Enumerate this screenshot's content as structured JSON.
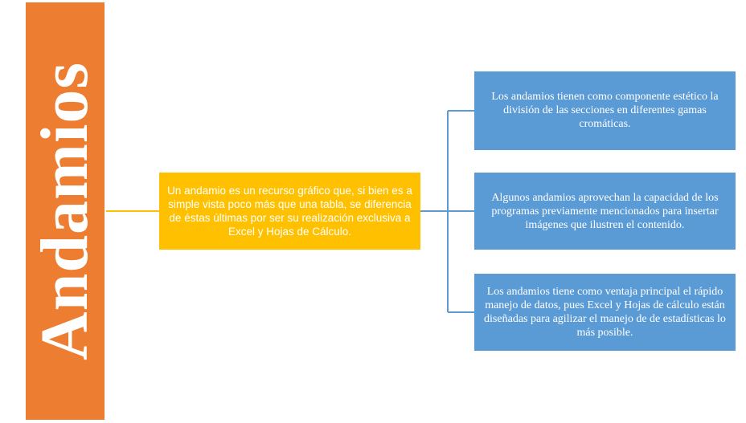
{
  "diagram": {
    "title": "Andamios",
    "center": "Un andamio es un recurso gráfico que, si bien es a simple vista poco más que una tabla, se diferencia de éstas últimas por ser su realización exclusiva a Excel y Hojas de Cálculo.",
    "branches": [
      "Los andamios tienen como componente estético la división de las secciones en diferentes gamas cromáticas.",
      "Algunos andamios aprovechan la capacidad de los programas previamente mencionados para insertar imágenes que ilustren el contenido.",
      "Los andamios tiene como ventaja principal el rápido manejo de datos, pues Excel y Hojas de cálculo están diseñadas para agilizar el manejo de de estadísticas lo más posible."
    ]
  },
  "colors": {
    "title_fill": "#ED7D31",
    "center_fill": "#FFC000",
    "branch_fill": "#5B9BD5",
    "text": "#FFFFFF"
  }
}
